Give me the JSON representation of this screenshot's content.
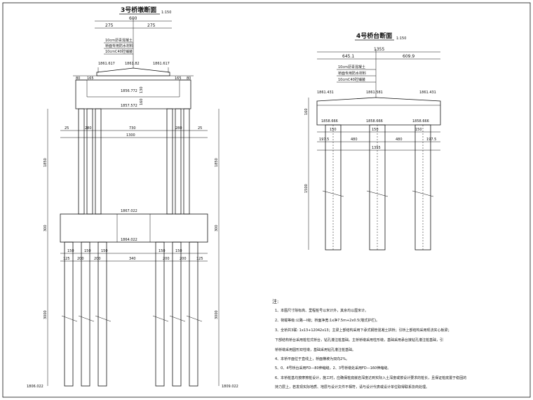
{
  "pier3": {
    "title": "3号桥墩断面",
    "scale": "1:150",
    "top_dims": [
      "600",
      "275",
      "275"
    ],
    "layers": [
      "10cm沥青混凝土",
      "桥面专用防水材料",
      "10cmC40砼铺装"
    ],
    "elev_top_left": "1861.617",
    "elev_top_mid": "1861.82",
    "elev_top_right": "1861.617",
    "dims_cap": [
      "80",
      "165",
      "165",
      "80"
    ],
    "cap_vdims": [
      "130",
      "160"
    ],
    "elev_cap_mid": "1856.772",
    "elev_cap_bot": "1857.572",
    "pier_dims": [
      "25",
      "280",
      "730",
      "280",
      "25"
    ],
    "pier_total": "1300",
    "pier_height": "1850",
    "cap2_height": "300",
    "elev_pile_cap_top": "1867.022",
    "elev_pile_cap_bot": "1864.022",
    "pile_dims_a": [
      "150",
      "150",
      "150",
      "150",
      "150"
    ],
    "pile_dims_b": [
      "125",
      "200",
      "200",
      "340",
      "200",
      "200",
      "125"
    ],
    "pile_height": "3000",
    "elev_bottom_left": "1806.022",
    "elev_bottom_right": "1809.022"
  },
  "abut4": {
    "title": "4号桥台断面",
    "scale": "1:150",
    "top_total": "1355",
    "top_dims": [
      "645.1",
      "609.9"
    ],
    "layers": [
      "10cm沥青混凝土",
      "桥面专用防水材料",
      "10cmC40砼铺装"
    ],
    "elev_left": "1861.431",
    "elev_mid": "1861.581",
    "elev_right": "1861.431",
    "cap_height": "160",
    "elev_cap_l": "1858.666",
    "elev_cap_m": "1858.666",
    "elev_cap_r": "1858.666",
    "pile_dims": [
      "150",
      "150",
      "150"
    ],
    "span_dims": [
      "197.5",
      "480",
      "480",
      "197.5"
    ],
    "span_total": "1355",
    "pile_height": "1500"
  },
  "notes": {
    "heading": "注:",
    "items": [
      "1、本图尺寸除标高、里程桩号以米计外，其余均以厘米计。",
      "2、荷载等级:公路—Ⅰ级；桥面净宽:1x净7.5m+2x0.5(墙式护栏)。",
      "3、全桥共3联: 1x13+12042x13；主梁上部结构采用下承式钢管混凝土拱桥；引桥上部结构采用现浇实心板梁；",
      "   下部结构桥台采用桩柱式桥台，钻孔灌注桩基础。主桥桥墩采用柱形墩，基础采用承台接钻孔灌注桩基础，引",
      "   桥桥墩采用圆形双柱墩，基础采用钻孔灌注桩基础。",
      "4、本桥平面位于直线上，桥面横坡为双向2%。",
      "5、0、4号桥台采用FD—80伸缩缝，2、3号桥墩处采用FD—160伸缩缝。",
      "6、本桥桩基均按摩擦桩设计，施工时，应确保桩底嵌岩深度达到实际入土深度或按设计要求的桩长，且保证桩底置于稳固的",
      "   持力层上，若发现实际地质、地层与设计文件不相符，请与设计代表或设计单位取得联系协商处理。"
    ]
  }
}
